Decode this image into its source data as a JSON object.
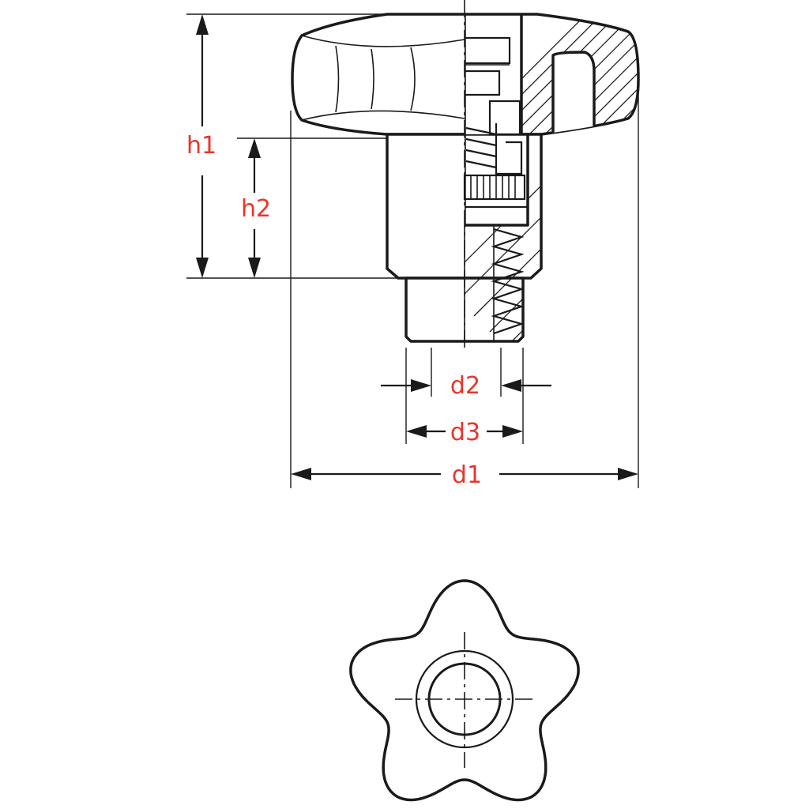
{
  "drawing": {
    "colors": {
      "line": "#1a1a1a",
      "label": "#e8352b",
      "background": "#ffffff"
    },
    "dimensions": {
      "h1": "h1",
      "h2": "h2",
      "d1": "d1",
      "d2": "d2",
      "d3": "d3"
    },
    "views": [
      "side-section-view",
      "top-view"
    ]
  }
}
